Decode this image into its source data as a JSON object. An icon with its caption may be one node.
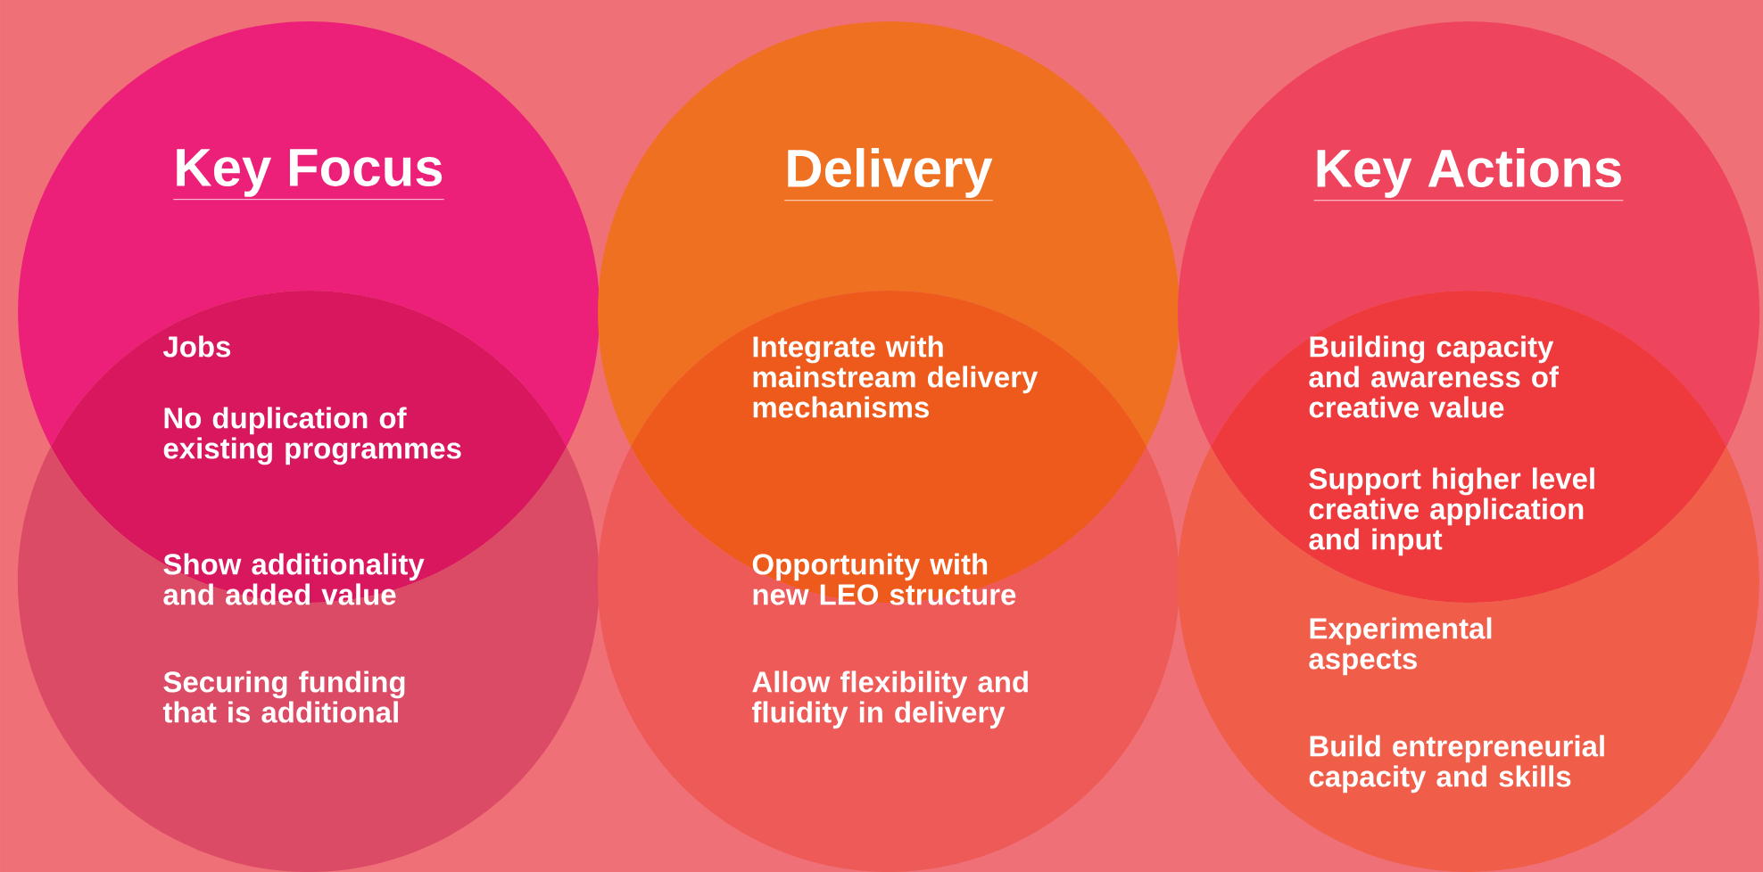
{
  "diagram": {
    "nodes": [
      {
        "text": [
          "Key Focus"
        ]
      },
      {
        "text": [
          "Delivery"
        ]
      },
      {
        "text": [
          "Key Actions"
        ]
      },
      {
        "text": [
          "Jobs",
          "No duplication of existing programmes",
          "Show additionality and added value"
        ]
      },
      {
        "text": [
          "Integrate with mainstream delivery mechanisms",
          "Opportunity with new LEO structure"
        ]
      },
      {
        "text": [
          "Building capacity and awareness of creative value",
          "Support higher level creative application and input"
        ]
      },
      {
        "text": [
          "Securing funding that is additional"
        ]
      },
      {
        "text": [
          "Allow flexibility and fluidity in delivery"
        ]
      },
      {
        "text": [
          "Experimental aspects",
          "Build entrepreneurial capacity and skills"
        ]
      }
    ]
  }
}
